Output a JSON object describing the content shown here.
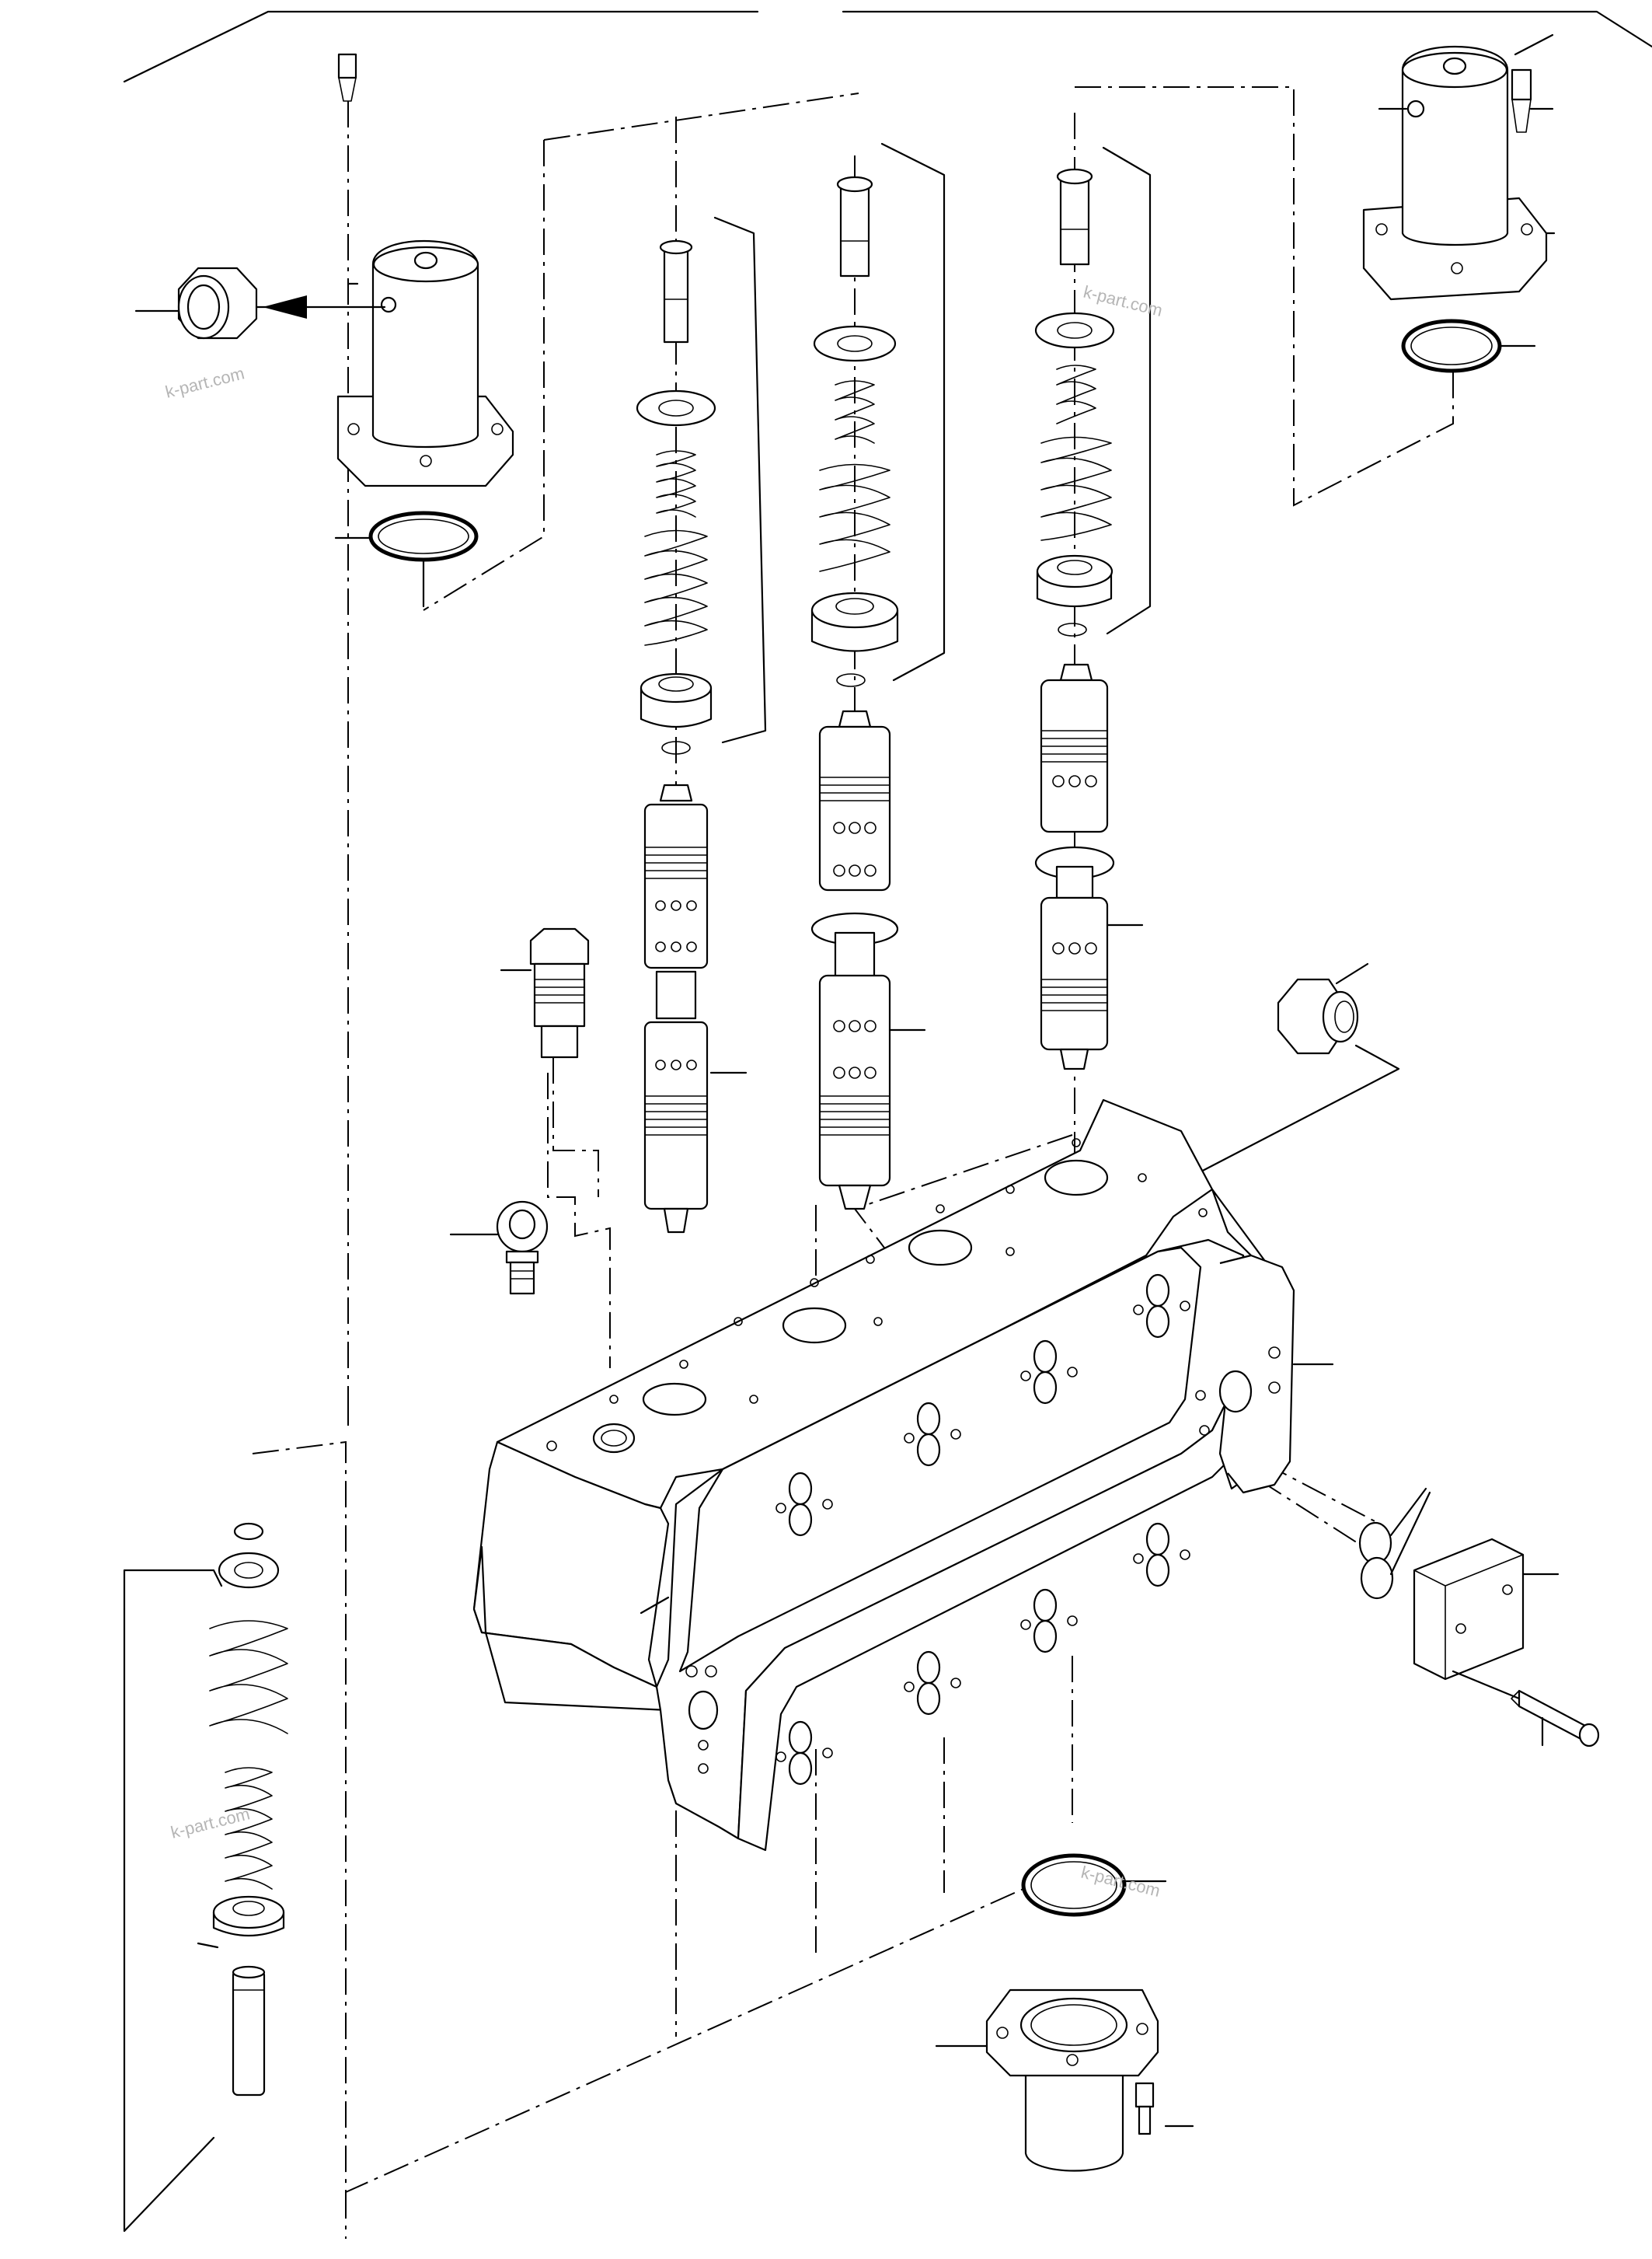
{
  "watermark": {
    "text": "k-part.com",
    "color": "#b5b5b5"
  },
  "line_color": "#000000",
  "background_color": "#ffffff",
  "parts": [
    {
      "name": "solenoid-valve-left"
    },
    {
      "name": "solenoid-valve-right"
    },
    {
      "name": "plug-left"
    },
    {
      "name": "plug-right"
    },
    {
      "name": "o-ring-left"
    },
    {
      "name": "o-ring-right"
    },
    {
      "name": "o-ring-bottom"
    },
    {
      "name": "valve-spool-1"
    },
    {
      "name": "valve-spool-2"
    },
    {
      "name": "valve-spool-3"
    },
    {
      "name": "relief-valve"
    },
    {
      "name": "eye-bolt"
    },
    {
      "name": "valve-body"
    },
    {
      "name": "cover-block"
    },
    {
      "name": "cover-bottom"
    },
    {
      "name": "spring-assembly-left"
    }
  ]
}
